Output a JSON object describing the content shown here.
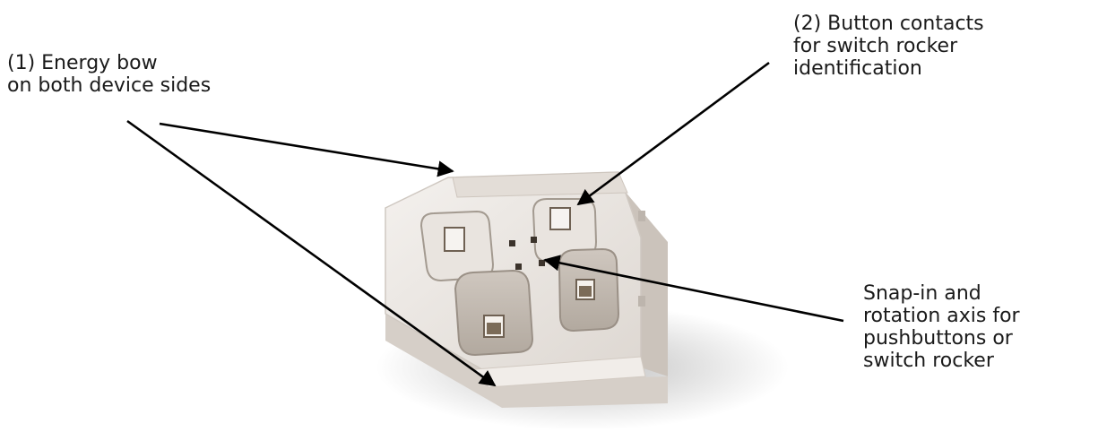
{
  "callouts": {
    "energy_bow": {
      "lines": [
        "(1) Energy bow",
        "on both device sides"
      ]
    },
    "button_contacts": {
      "lines": [
        "(2) Button contacts",
        "for switch rocker",
        "identification"
      ]
    },
    "snap_in_axis": {
      "lines": [
        "Snap-in and",
        "rotation axis for",
        "pushbuttons or",
        "switch rocker"
      ]
    }
  },
  "colors": {
    "arrow": "#000000",
    "text": "#1a1a1a",
    "module_body": "#ece8e4",
    "contact_pad": "#c4bcb4",
    "contact_slot": "#7b6b58"
  }
}
